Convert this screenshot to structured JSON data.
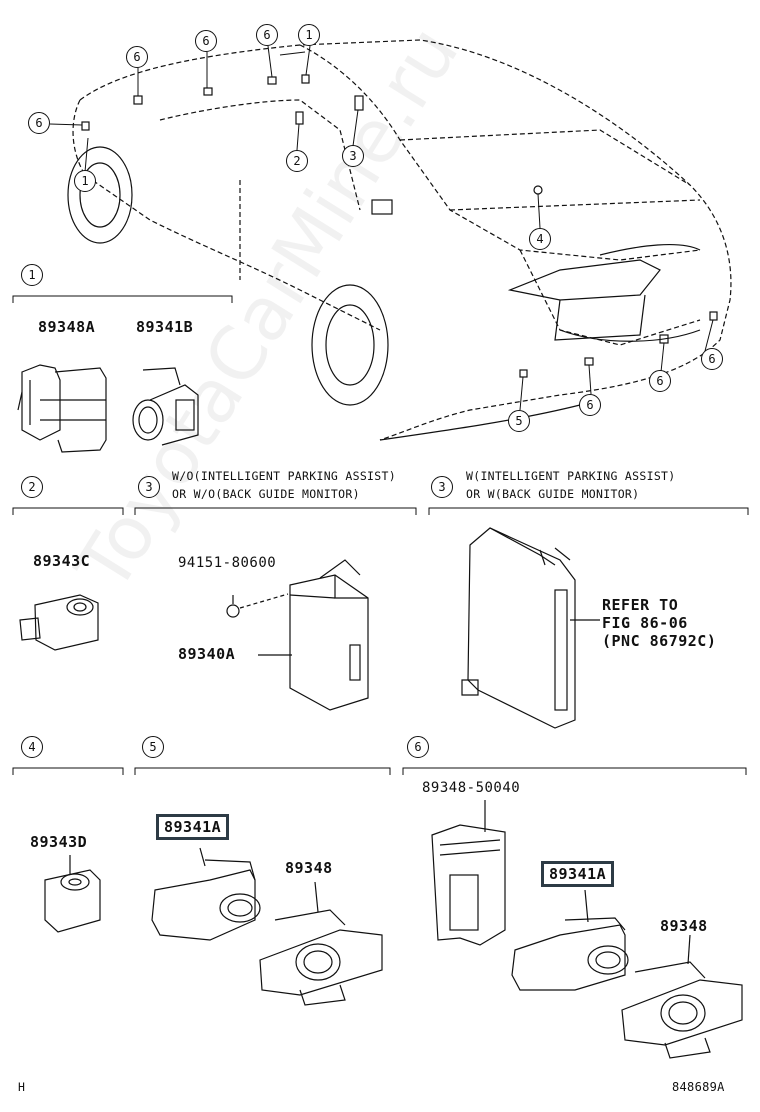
{
  "watermark": "ToyotaCarMine.ru",
  "callouts": {
    "one": "1",
    "two": "2",
    "three": "3",
    "four": "4",
    "five": "5",
    "six": "6"
  },
  "sections": {
    "s3a_note_line1": "W/O(INTELLIGENT PARKING ASSIST)",
    "s3a_note_line2": "OR W/O(BACK GUIDE MONITOR)",
    "s3b_note_line1": "W(INTELLIGENT PARKING ASSIST)",
    "s3b_note_line2": "OR W(BACK GUIDE MONITOR)"
  },
  "parts": {
    "p89348A": "89348A",
    "p89341B": "89341B",
    "p89343C": "89343C",
    "p94151": "94151-80600",
    "p89340A": "89340A",
    "refer1": "REFER TO",
    "refer2": "FIG 86-06",
    "refer3": "(PNC 86792C)",
    "p89343D": "89343D",
    "p89341A_5": "89341A",
    "p89348_5": "89348",
    "p8934850040": "89348-50040",
    "p89341A_6": "89341A",
    "p89348_6": "89348"
  },
  "footer": {
    "left": "H",
    "right": "848689A"
  }
}
